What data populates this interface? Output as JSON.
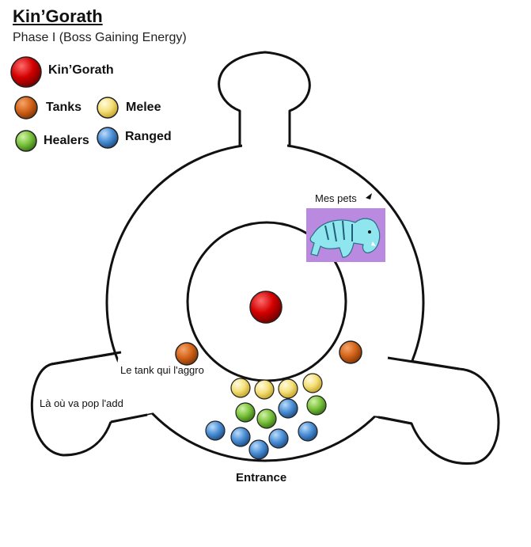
{
  "header": {
    "title": "Kin’Gorath",
    "subtitle": "Phase I (Boss Gaining Energy)"
  },
  "legend": {
    "boss": "Kin’Gorath",
    "tanks": "Tanks",
    "melee": "Melee",
    "healers": "Healers",
    "ranged": "Ranged"
  },
  "annotations": {
    "pets": "Mes pets",
    "tank_aggro": "Le tank qui l'aggro",
    "add_spawn": "Là où va pop l'add",
    "entrance": "Entrance"
  },
  "colors": {
    "boss": "#d40000",
    "tank": "#d4641a",
    "melee": "#f5e07a",
    "healer": "#7cc43e",
    "ranged": "#4c90d8"
  }
}
